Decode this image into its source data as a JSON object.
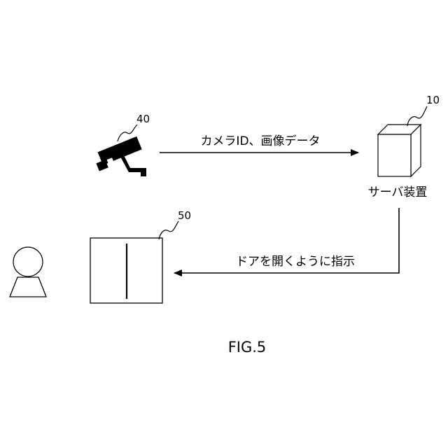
{
  "figure_label": "FIG.5",
  "nodes": {
    "camera": {
      "ref": "40",
      "icon": "security-camera-icon"
    },
    "server": {
      "ref": "10",
      "label": "サーバ装置",
      "icon": "server-box-icon"
    },
    "door": {
      "ref": "50",
      "icon": "door-icon"
    },
    "person": {
      "icon": "person-icon"
    }
  },
  "edges": {
    "camera_to_server": {
      "label": "カメラID、画像データ"
    },
    "server_to_door": {
      "label": "ドアを開くように指示"
    }
  }
}
